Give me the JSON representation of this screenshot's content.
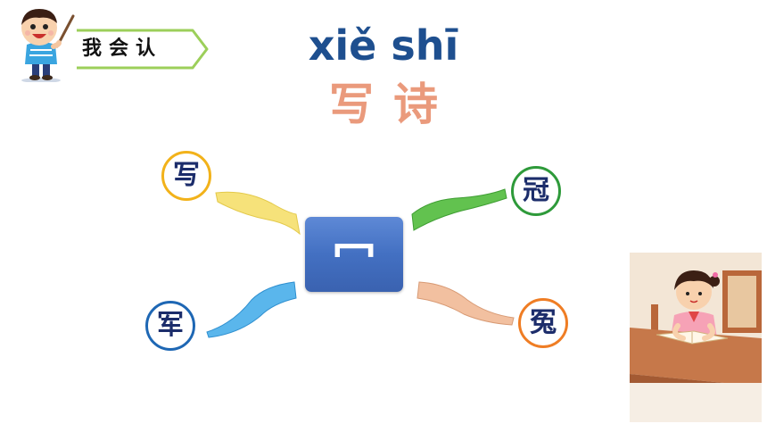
{
  "header": {
    "badge_label": "我会认"
  },
  "title": {
    "pinyin": "xiě shī",
    "hanzi": "写诗"
  },
  "radical": {
    "text": "冖"
  },
  "characters": [
    {
      "text": "写",
      "color": "#f2b21a"
    },
    {
      "text": "冠",
      "color": "#2e9a3a"
    },
    {
      "text": "军",
      "color": "#1e67b4"
    },
    {
      "text": "冤",
      "color": "#ef7d24"
    }
  ],
  "colors": {
    "pinyin": "#1e4f8f",
    "hanzi": "#ea9a7c",
    "center_box": "#4370c2",
    "badge_border": "#9ccf5a"
  },
  "illustrations": {
    "top_left": "boy-with-pointer-illustration",
    "bottom_right": "girl-writing-at-desk-illustration"
  }
}
